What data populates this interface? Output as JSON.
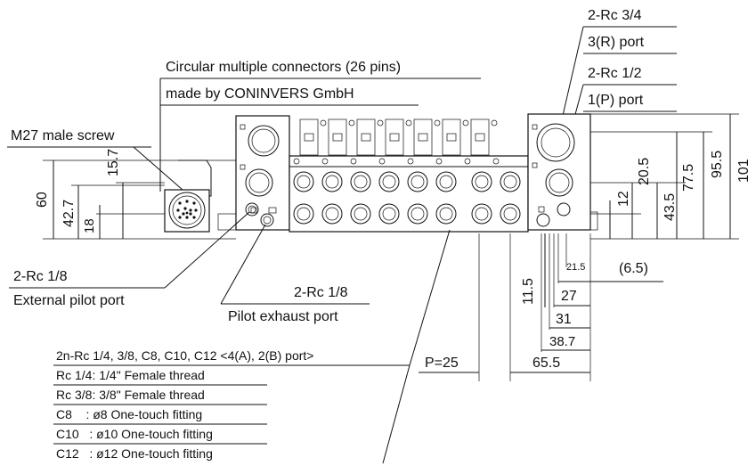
{
  "callouts": {
    "connector_line1": "Circular multiple connectors (26 pins)",
    "connector_line2": "made by CONINVERS GmbH",
    "male_screw": "M27 male screw",
    "port_r_size": "2-Rc 3/4",
    "port_r_name": "3(R) port",
    "port_p_size": "2-Rc 1/2",
    "port_p_name": "1(P) port",
    "ext_pilot_size": "2-Rc 1/8",
    "ext_pilot_name": "External pilot port",
    "pilot_exh_size": "2-Rc 1/8",
    "pilot_exh_name": "Pilot exhaust port"
  },
  "dimensions": {
    "d60": "60",
    "d42_7": "42.7",
    "d18": "18",
    "d15_7": "15.7",
    "d12": "12",
    "d20_5": "20.5",
    "d43_5": "43.5",
    "d77_5": "77.5",
    "d95_5": "95.5",
    "d101": "101",
    "d21_5": "21.5",
    "d6_5": "(6.5)",
    "d11_5": "11.5",
    "d27": "27",
    "d31": "31",
    "d38_7": "38.7",
    "d65_5": "65.5",
    "pitch": "P=25"
  },
  "port_table": {
    "heading": "2n-Rc 1/4, 3/8, C8, C10, C12 <4(A), 2(B) port>",
    "rows": [
      "Rc 1/4: 1/4\" Female thread",
      "Rc 3/8: 3/8\" Female thread",
      "C8    : ø8 One-touch fitting",
      "C10   : ø10 One-touch fitting",
      "C12   : ø12 One-touch fitting"
    ]
  }
}
